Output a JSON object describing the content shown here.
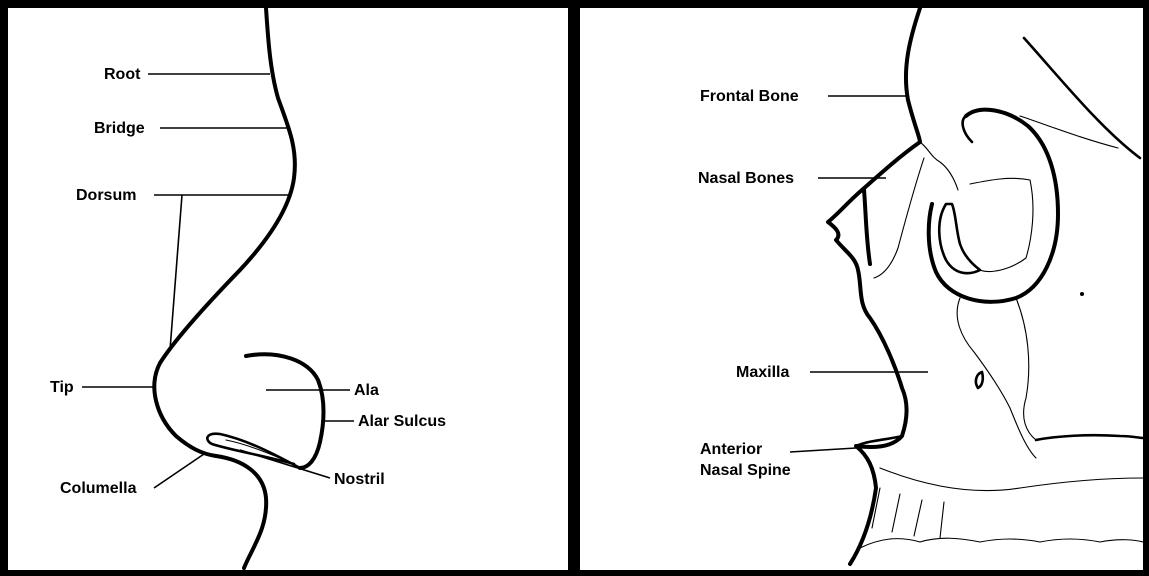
{
  "left_panel": {
    "labels": {
      "root": "Root",
      "bridge": "Bridge",
      "dorsum": "Dorsum",
      "tip": "Tip",
      "columella": "Columella",
      "ala": "Ala",
      "alar_sulcus": "Alar Sulcus",
      "nostril": "Nostril"
    }
  },
  "right_panel": {
    "labels": {
      "frontal_bone": "Frontal Bone",
      "nasal_bones": "Nasal Bones",
      "maxilla": "Maxilla",
      "anterior_nasal_spine_line1": "Anterior",
      "anterior_nasal_spine_line2": "Nasal Spine"
    }
  }
}
